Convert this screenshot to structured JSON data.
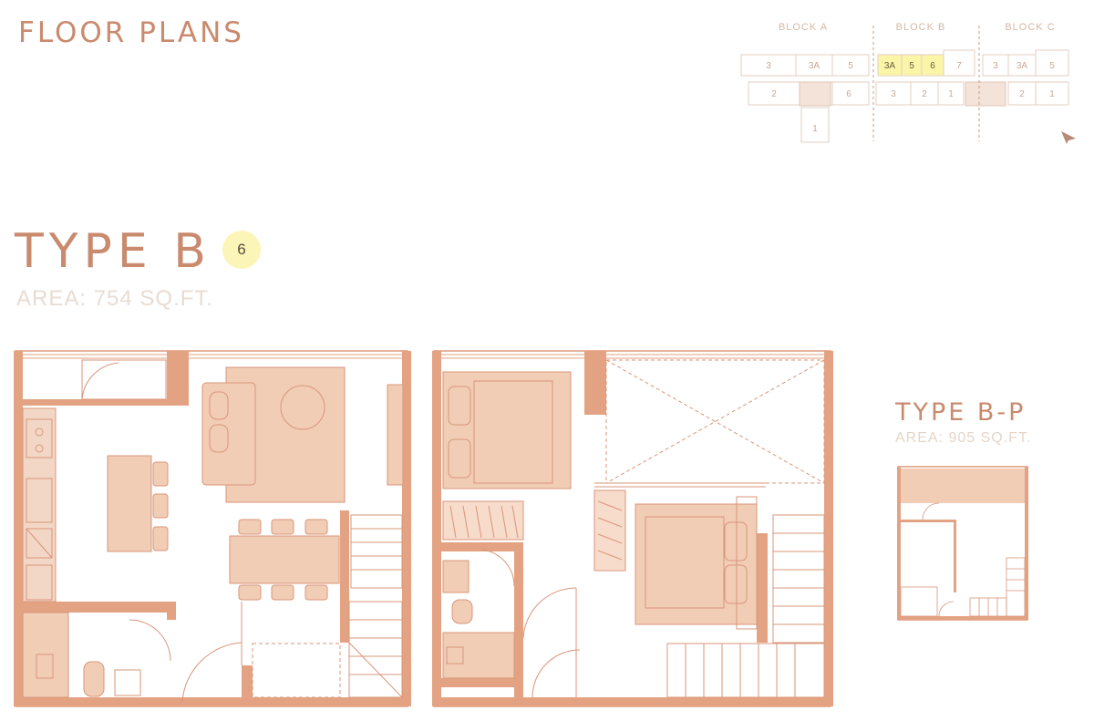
{
  "header": {
    "title": "FLOOR PLANS"
  },
  "unit": {
    "type_label": "TYPE B",
    "badge": "6",
    "area": "AREA: 754 SQ.FT."
  },
  "alt_unit": {
    "type_label": "TYPE B-P",
    "area": "AREA: 905 SQ.FT."
  },
  "key_plan": {
    "blocks": [
      "BLOCK A",
      "BLOCK B",
      "BLOCK C"
    ],
    "block_a_top": [
      "3",
      "3A",
      "5"
    ],
    "block_a_bottom": [
      "2",
      "6",
      "1"
    ],
    "block_b_top": [
      "3A",
      "5",
      "6",
      "7"
    ],
    "block_b_bottom": [
      "3",
      "2",
      "1"
    ],
    "block_c_top": [
      "3",
      "3A",
      "5"
    ],
    "block_c_bottom": [
      "2",
      "1"
    ],
    "highlighted_units": [
      "3A",
      "5",
      "6"
    ],
    "highlight_color": "#fbf5a8",
    "north_icon": "north-arrow-icon"
  },
  "colors": {
    "wall": "#e09a7a",
    "furniture_fill": "#f1cdb6",
    "line": "#d9957a",
    "accent_text": "#c98a6e"
  }
}
